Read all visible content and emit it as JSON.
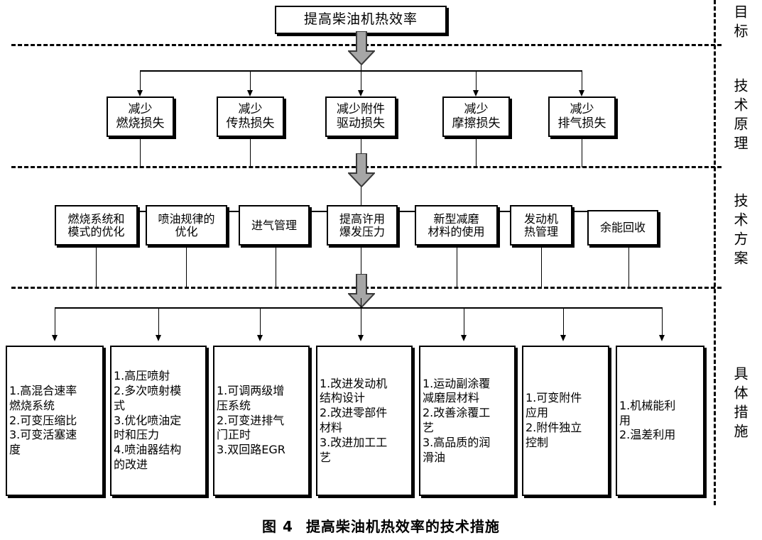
{
  "figure": {
    "caption_label": "图 4",
    "caption_title": "提高柴油机热效率的技术措施"
  },
  "goal_box": {
    "label": "提高柴油机热效率"
  },
  "bands": [
    {
      "key": "goal",
      "label": "目标"
    },
    {
      "key": "principle",
      "label": "技术原理"
    },
    {
      "key": "scheme",
      "label": "技术方案"
    },
    {
      "key": "measure",
      "label": "具体措施"
    }
  ],
  "principles": [
    {
      "label": "减少\n燃烧损失"
    },
    {
      "label": "减少\n传热损失"
    },
    {
      "label": "减少附件\n驱动损失"
    },
    {
      "label": "减少\n摩擦损失"
    },
    {
      "label": "减少\n排气损失"
    }
  ],
  "schemes": [
    {
      "label": "燃烧系统和\n模式的优化"
    },
    {
      "label": "喷油规律的\n优化"
    },
    {
      "label": "进气管理"
    },
    {
      "label": "提高许用\n爆发压力"
    },
    {
      "label": "新型减磨\n材料的使用"
    },
    {
      "label": "发动机\n热管理"
    },
    {
      "label": "余能回收"
    }
  ],
  "measures": [
    {
      "label": "1.高混合速率\n燃烧系统\n2.可变压缩比\n3.可变活塞速\n度"
    },
    {
      "label": "1.高压喷射\n2.多次喷射模\n式\n3.优化喷油定\n时和压力\n4.喷油器结构\n的改进"
    },
    {
      "label": "1.可调两级增\n压系统\n2.可变进排气\n门正时\n3.双回路EGR"
    },
    {
      "label": "1.改进发动机\n结构设计\n2.改进零部件\n材料\n3.改进加工工\n艺"
    },
    {
      "label": "1.运动副涂覆\n减磨层材料\n2.改善涂覆工\n艺\n3.高品质的润\n滑油"
    },
    {
      "label": "1.可变附件\n应用\n2.附件独立\n控制"
    },
    {
      "label": "1.机械能利\n用\n2.温差利用"
    }
  ],
  "colors": {
    "line": "#000000",
    "block_arrow_fill": "#a6a6a6",
    "block_arrow_stroke": "#3a3a3a",
    "background": "#ffffff"
  }
}
